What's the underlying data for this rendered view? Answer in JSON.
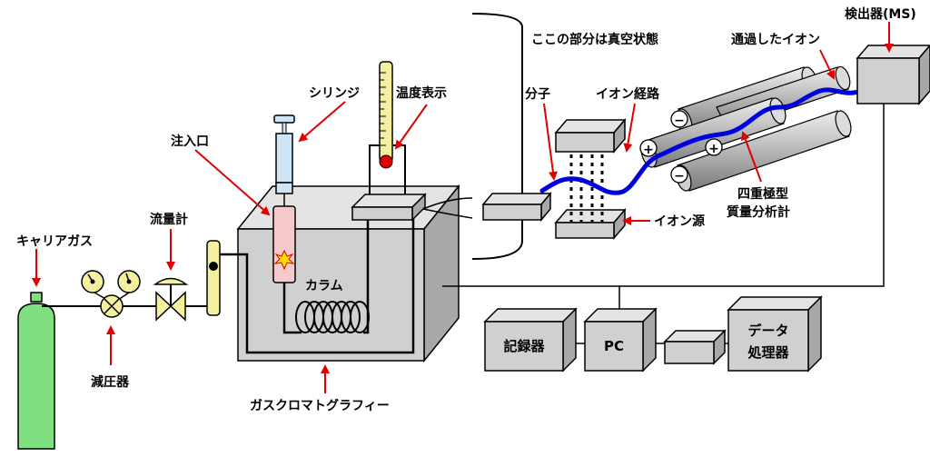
{
  "labels": {
    "carrier_gas": "キャリアガス",
    "flow_meter": "流量計",
    "regulator": "減圧器",
    "injection_port": "注入口",
    "syringe": "シリンジ",
    "temperature_display": "温度表示",
    "column": "カラム",
    "gas_chromatography": "ガスクロマトグラフィー",
    "vacuum_note": "ここの部分は真空状態",
    "molecule": "分子",
    "ion_path": "イオン経路",
    "ion_source": "イオン源",
    "passed_ions": "通過したイオン",
    "detector": "検出器(MS)",
    "quadrupole_line1": "四重極型",
    "quadrupole_line2": "質量分析計",
    "recorder": "記録器",
    "pc": "PC",
    "data_processor_line1": "データ",
    "data_processor_line2": "処理器"
  },
  "symbols": {
    "plus": "+",
    "minus": "−"
  },
  "colors": {
    "cylinder": "#80e080",
    "box_gray": "#d0d0d0",
    "arrow_red": "#e00000",
    "ion_path_blue": "#0000dd",
    "syringe_blue": "#cfe4f5",
    "column_tube_pink": "#f6caca",
    "gauge_yellow": "#f5f0a0",
    "thermometer": "#f5f0a0"
  }
}
